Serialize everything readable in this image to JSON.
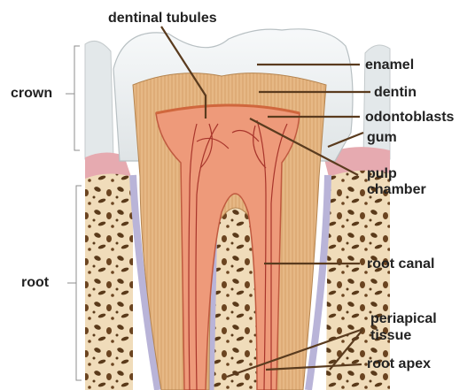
{
  "labels": {
    "dentinal_tubules": "dentinal tubules",
    "crown": "crown",
    "root": "root",
    "enamel": "enamel",
    "dentin": "dentin",
    "odontoblasts": "odontoblasts",
    "gum": "gum",
    "pulp_chamber_line1": "pulp",
    "pulp_chamber_line2": "chamber",
    "root_canal": "root canal",
    "periapical_line1": "periapical",
    "periapical_line2": "tissue",
    "root_apex": "root apex"
  },
  "colors": {
    "bone_base": "#f0dcba",
    "bone_pore": "#5a3a1a",
    "periodontal_membrane": "#b9b4d8",
    "enamel": "#eef1f2",
    "dentin": "#e6b885",
    "pulp": "#ee9a7a",
    "vessel": "#a8352b",
    "gum": "#e6aab0",
    "leader_line": "#5a3b1e",
    "bracket": "#8c8c8c"
  }
}
